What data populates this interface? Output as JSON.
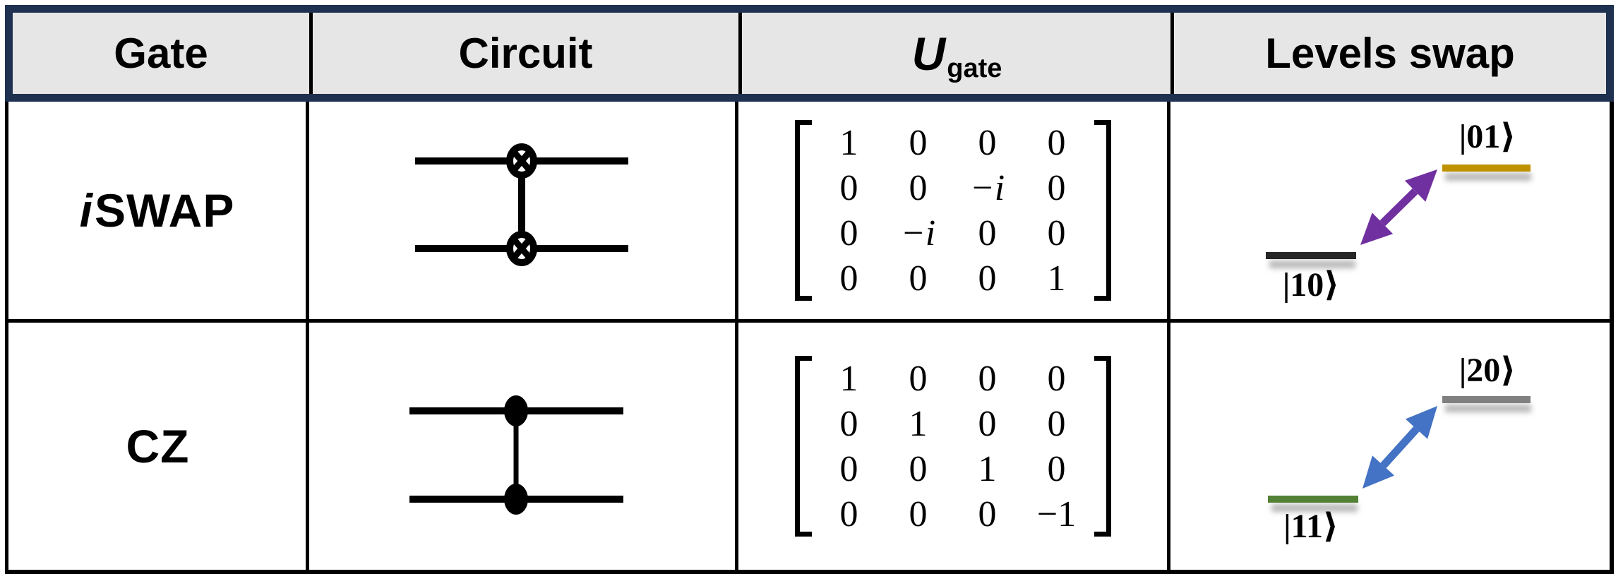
{
  "header": {
    "gate": "Gate",
    "circuit": "Circuit",
    "ugate_symbol": "U",
    "ugate_subscript": "gate",
    "levels": "Levels swap"
  },
  "colors": {
    "header_frame_navy": "#1E3150",
    "header_fill_gray": "#E7E6E6",
    "grid_black": "#000000",
    "iswap_lower_level": "#262626",
    "iswap_upper_level": "#BF9000",
    "iswap_arrow_purple": "#7030A0",
    "cz_lower_level": "#538135",
    "cz_upper_level": "#808080",
    "cz_arrow_blue": "#4472C4"
  },
  "rows": [
    {
      "gate_italic": "i",
      "gate_name": "SWAP",
      "circuit_kind": "two wires with crossed-circle swap symbols joined by vertical line",
      "matrix": [
        [
          "1",
          "0",
          "0",
          "0"
        ],
        [
          "0",
          "0",
          "−i",
          "0"
        ],
        [
          "0",
          "−i",
          "0",
          "0"
        ],
        [
          "0",
          "0",
          "0",
          "1"
        ]
      ],
      "levels": {
        "lower_label": "|10⟩",
        "upper_label": "|01⟩",
        "lower_color": "#262626",
        "upper_color": "#BF9000",
        "arrow_color": "#7030A0"
      }
    },
    {
      "gate_italic": "",
      "gate_name": "CZ",
      "circuit_kind": "two wires with filled control dots joined by vertical line",
      "matrix": [
        [
          "1",
          "0",
          "0",
          "0"
        ],
        [
          "0",
          "1",
          "0",
          "0"
        ],
        [
          "0",
          "0",
          "1",
          "0"
        ],
        [
          "0",
          "0",
          "0",
          "−1"
        ]
      ],
      "levels": {
        "lower_label": "|11⟩",
        "upper_label": "|20⟩",
        "lower_color": "#538135",
        "upper_color": "#808080",
        "arrow_color": "#4472C4"
      }
    }
  ]
}
